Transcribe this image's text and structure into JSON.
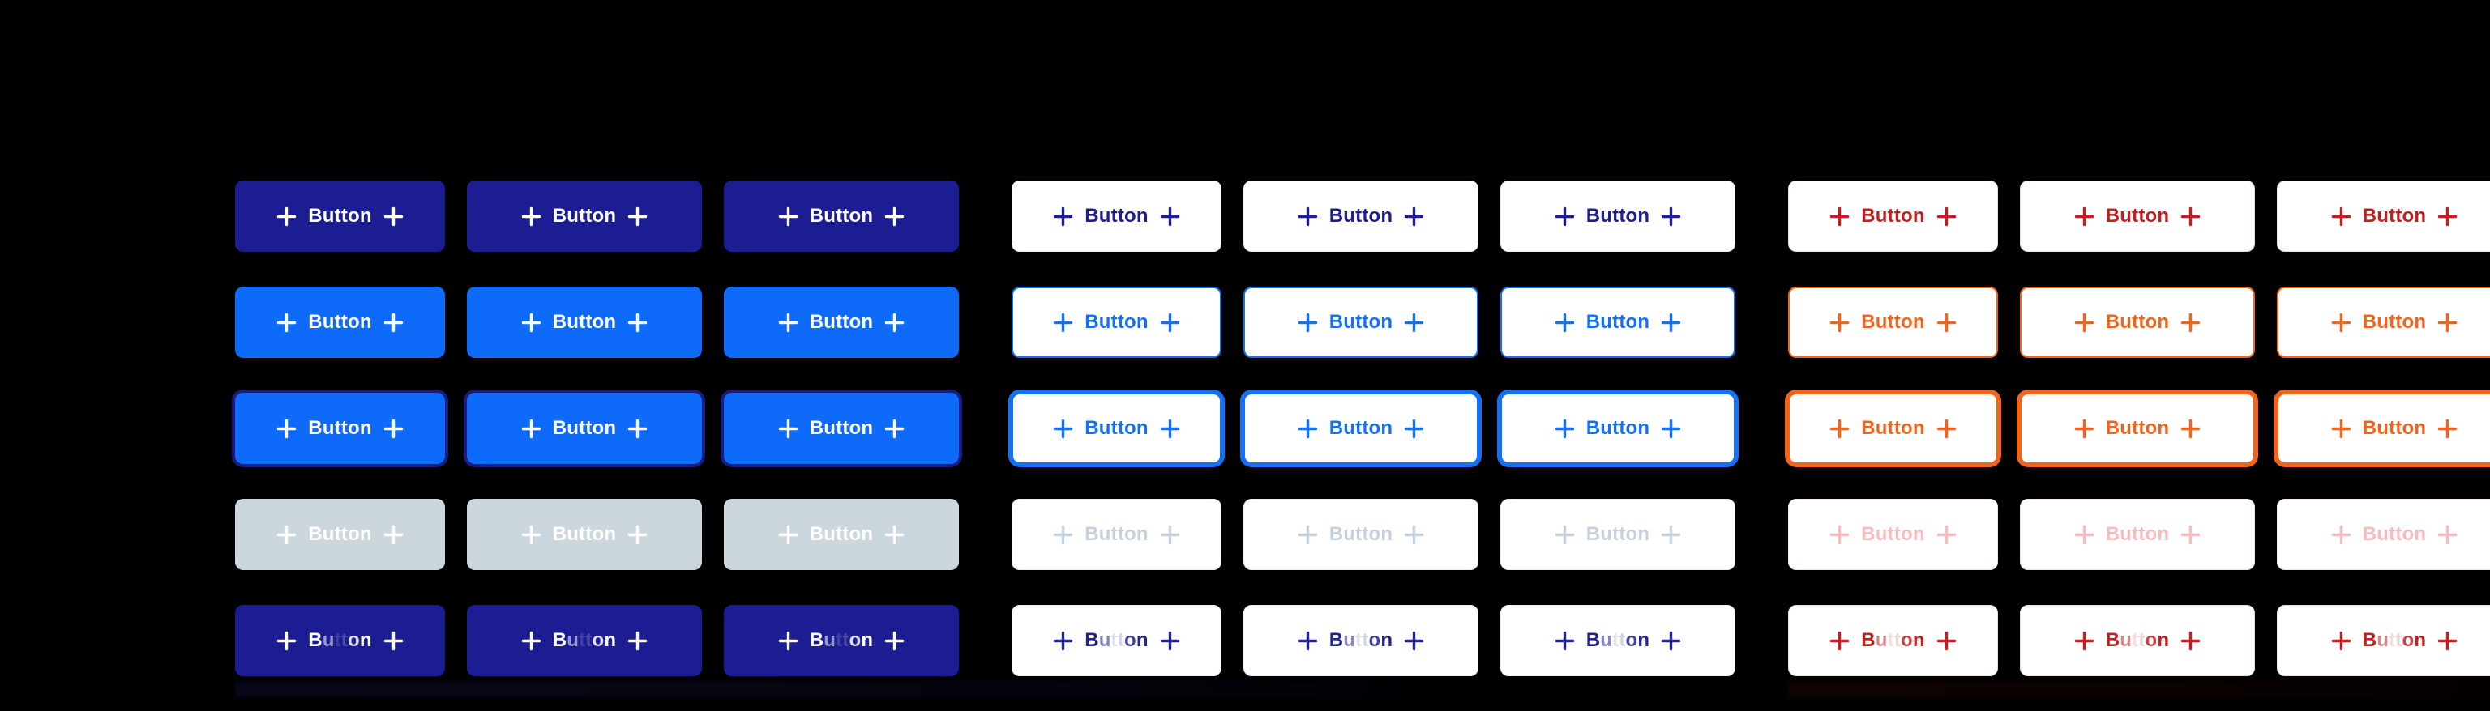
{
  "page": {
    "background": "#000000"
  },
  "button_label": "Button",
  "plus_icon": {
    "name": "plus-icon",
    "glyph": "+"
  },
  "columns": [
    {
      "id": "text-only",
      "icon": "none"
    },
    {
      "id": "icon-leading",
      "icon": "leading"
    },
    {
      "id": "icon-trailing",
      "icon": "trailing"
    }
  ],
  "shimmer_letter_opacity": [
    1,
    0.55,
    0.15,
    0.2,
    0.85,
    1
  ],
  "groups": [
    {
      "name": "primary-filled",
      "states": [
        {
          "state": "default",
          "bg": "#1D1D93",
          "text": "#FFFFFF"
        },
        {
          "state": "hover",
          "bg": "#0E6BFA",
          "text": "#FFFFFF"
        },
        {
          "state": "focused",
          "bg": "#0E6BFA",
          "text": "#FFFFFF",
          "ring": "#1C1C7E"
        },
        {
          "state": "disabled",
          "bg": "#CCD6DD",
          "text": "#FFFFFF"
        },
        {
          "state": "loading",
          "bg": "#1D1D93",
          "text": "#FFFFFF",
          "shimmer": true
        }
      ]
    },
    {
      "name": "secondary-on-white",
      "states": [
        {
          "state": "default",
          "bg": "#FFFFFF",
          "text": "#1E1E8F",
          "border": "#ECEFF7"
        },
        {
          "state": "hover",
          "bg": "#FFFFFF",
          "text": "#1470F5",
          "border": "#1470F5"
        },
        {
          "state": "focused",
          "bg": "#FFFFFF",
          "text": "#1470F5",
          "border": "#1470F5",
          "ring": "#1470F5"
        },
        {
          "state": "disabled",
          "bg": "#FFFFFF",
          "text": "#C5D1DF",
          "border": "#E9EDF4"
        },
        {
          "state": "loading",
          "bg": "#FFFFFF",
          "text": "#23238F",
          "border": "#ECEFF7",
          "shimmer": true
        }
      ]
    },
    {
      "name": "danger-on-white",
      "states": [
        {
          "state": "default",
          "bg": "#FFFFFF",
          "text": "#C22020",
          "border": "#F3DADA"
        },
        {
          "state": "hover",
          "bg": "#FFFFFF",
          "text": "#F2641C",
          "border": "#F2641C"
        },
        {
          "state": "focused",
          "bg": "#FFFFFF",
          "text": "#F2641C",
          "border": "#F2641C",
          "ring": "#F2641C"
        },
        {
          "state": "disabled",
          "bg": "#FFFFFF",
          "text": "#F5BDBD",
          "border": "#F8E2E2"
        },
        {
          "state": "loading",
          "bg": "#FFFFFF",
          "text": "#C22020",
          "border": "#F3DADA",
          "shimmer": true
        }
      ]
    }
  ]
}
